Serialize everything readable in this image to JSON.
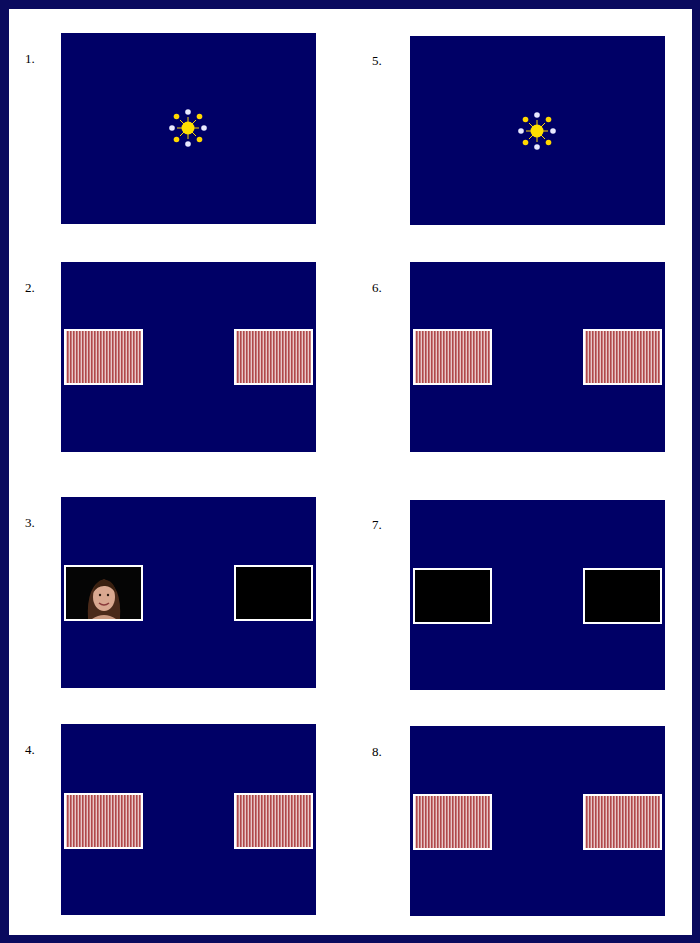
{
  "diagram": {
    "labels": [
      "1.",
      "5.",
      "2.",
      "6.",
      "3.",
      "7.",
      "4.",
      "8."
    ]
  }
}
